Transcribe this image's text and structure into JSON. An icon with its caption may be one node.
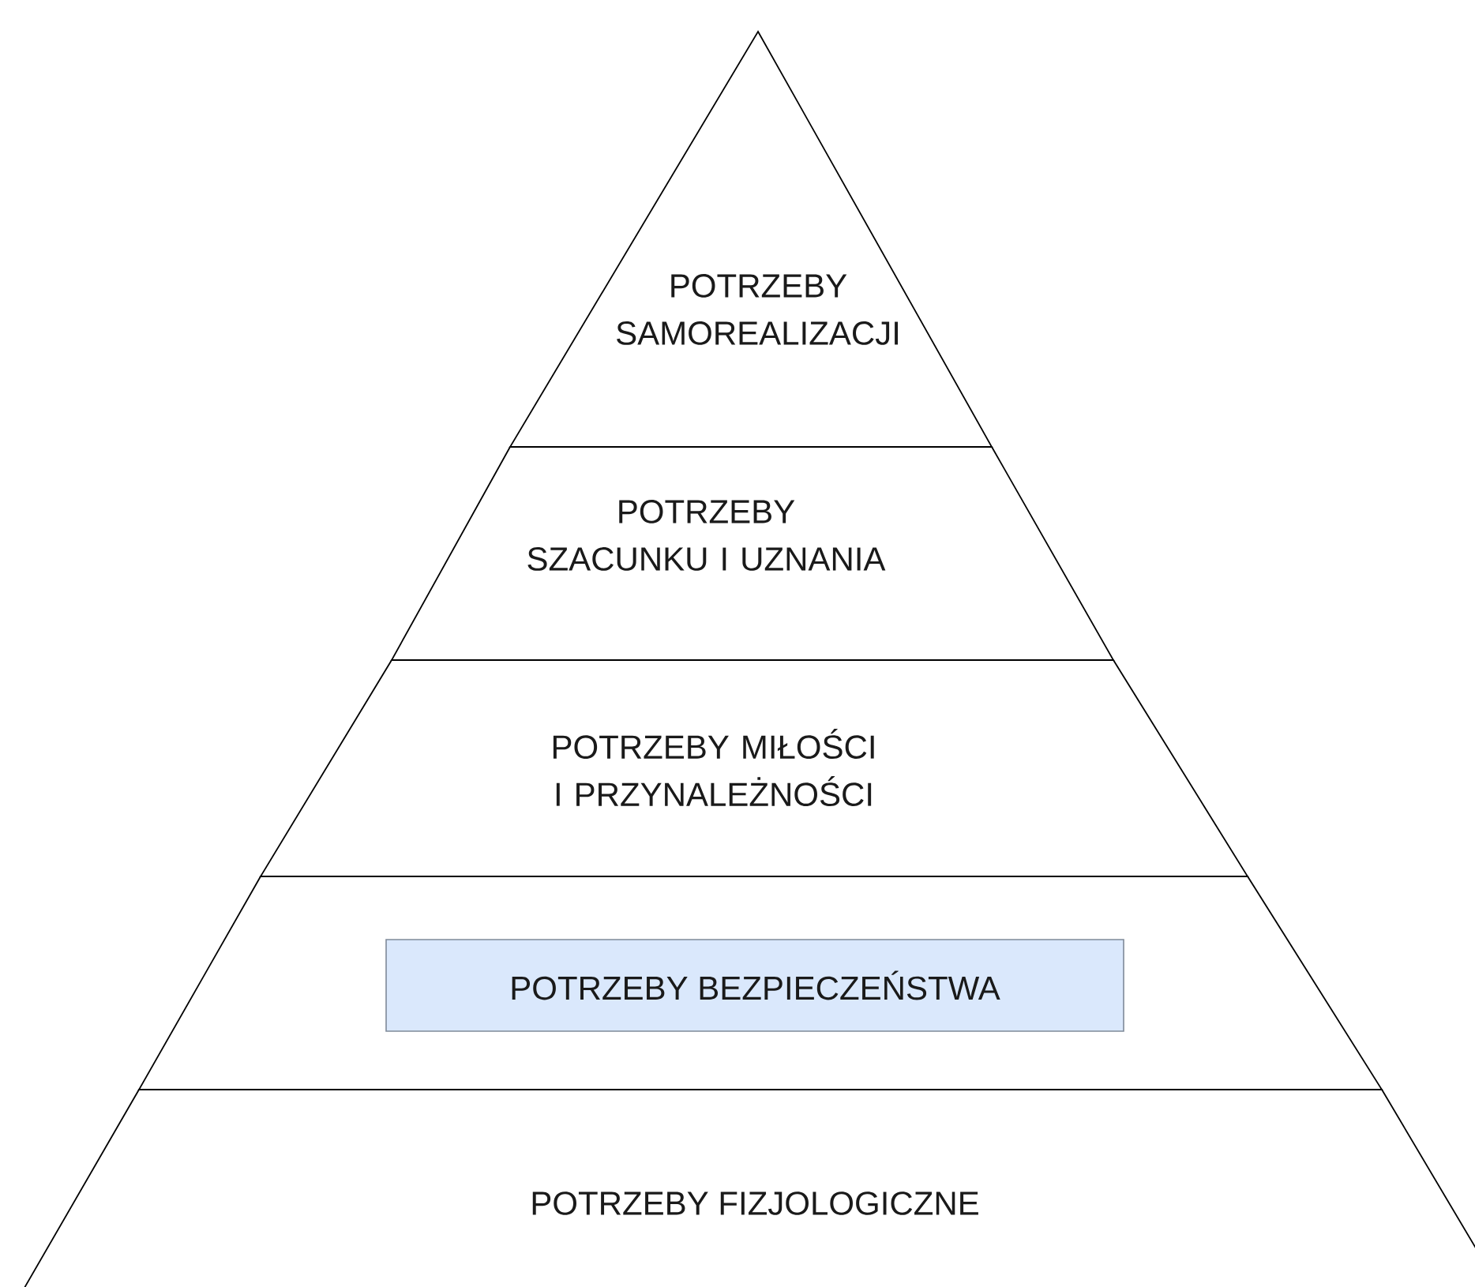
{
  "diagram": {
    "nodes": [
      {
        "text": [
          "POTRZEBY SAMOREALIZACJI"
        ]
      },
      {
        "text": [
          "POTRZEBY SZACUNKU I UZNANIA"
        ]
      },
      {
        "text": [
          "POTRZEBY MIŁOŚCI I PRZYNALEŻNOŚCI"
        ]
      },
      {
        "text": [],
        "shape": "band"
      },
      {
        "text": [
          "POTRZEBY BEZPIECZEŃSTWA"
        ],
        "in": 3
      },
      {
        "text": [
          "POTRZEBY FIZJOLOGICZNE"
        ]
      }
    ]
  }
}
